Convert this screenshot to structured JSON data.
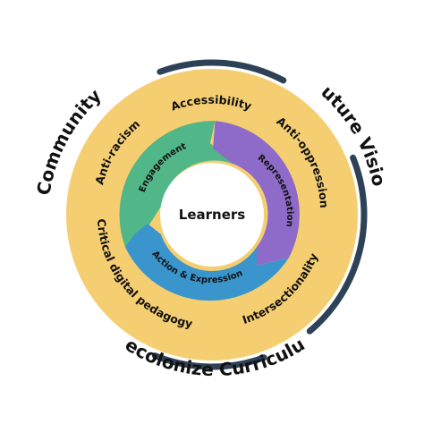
{
  "center": {
    "label": "Learners"
  },
  "inner_ring": [
    {
      "id": "engagement",
      "label": "Engagement",
      "color": "#52B788"
    },
    {
      "id": "representation",
      "label": "Representation",
      "color": "#8E6BC8"
    },
    {
      "id": "action-expression",
      "label": "Action & Expression",
      "color": "#3A95CC"
    }
  ],
  "middle_ring": {
    "color": "#F6CE72",
    "labels": [
      {
        "id": "accessibility",
        "label": "Accessibility"
      },
      {
        "id": "anti-oppression",
        "label": "Anti-oppression"
      },
      {
        "id": "intersectionality",
        "label": "Intersectionality"
      },
      {
        "id": "critical-digital-pedagogy",
        "label": "Critical digital pedagogy"
      },
      {
        "id": "anti-racism",
        "label": "Anti-racism"
      }
    ]
  },
  "outer_ring": {
    "color": "#2E4257",
    "labels": [
      {
        "id": "community",
        "label": "Community"
      },
      {
        "id": "future-vision",
        "label": "Future Vision"
      },
      {
        "id": "decolonize-curriculum",
        "label": "Decolonize Curriculum"
      }
    ]
  }
}
